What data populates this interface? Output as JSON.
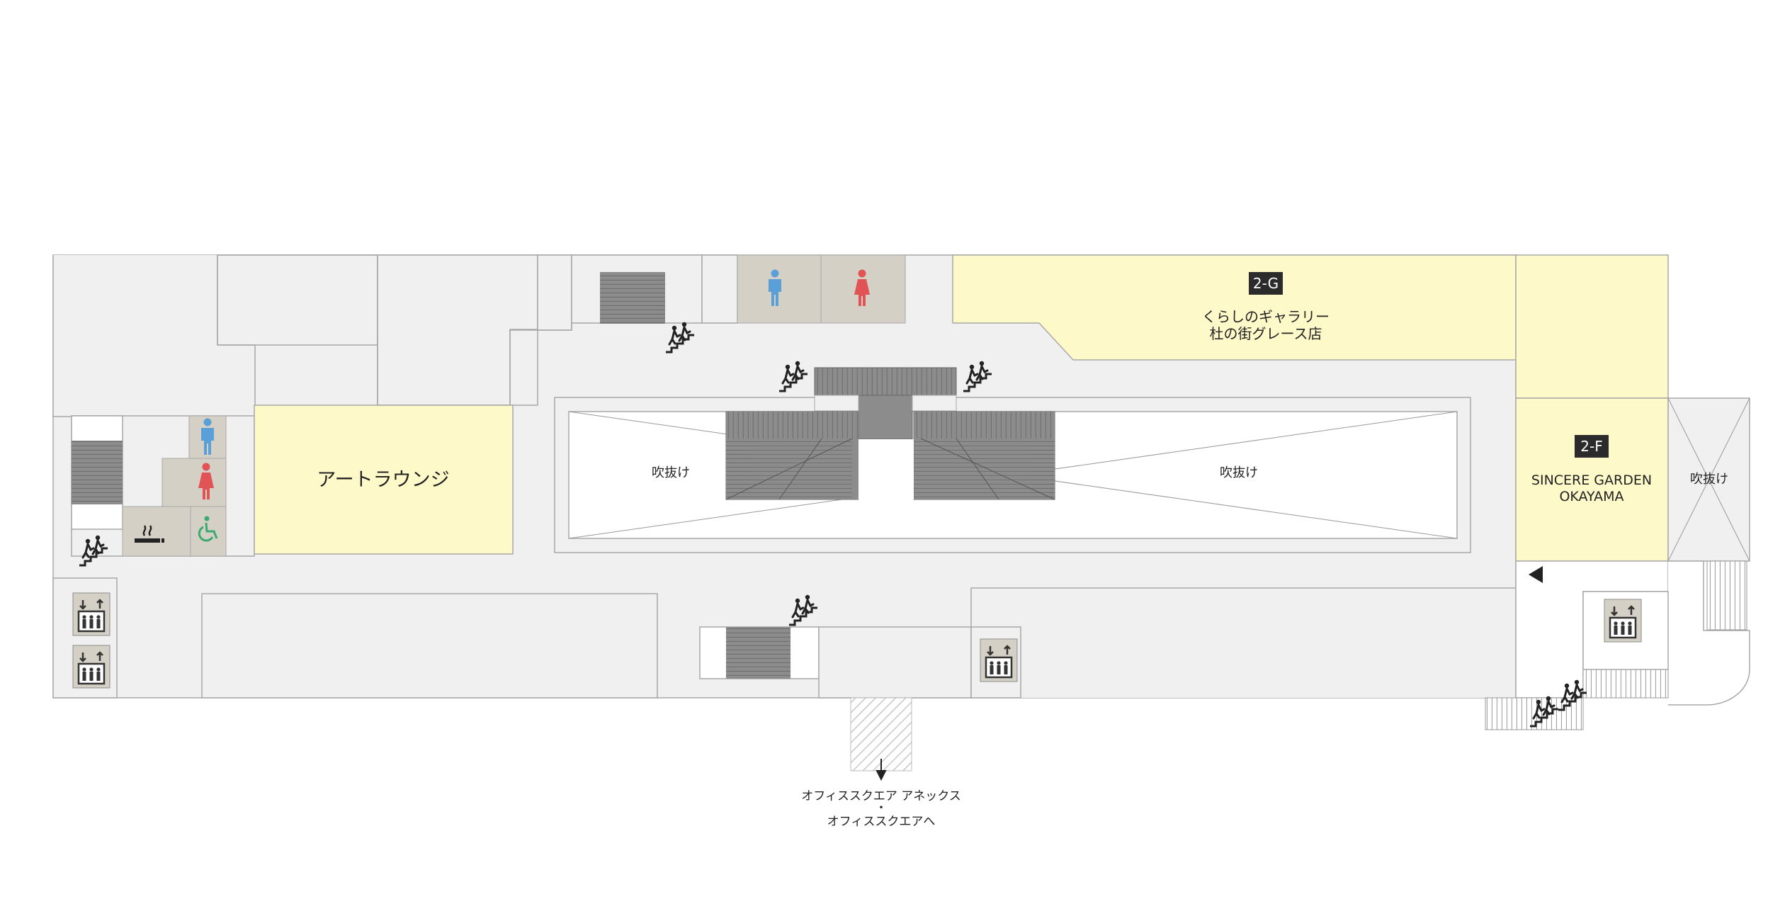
{
  "floor_map": {
    "shops": {
      "gallery": {
        "badge": "2-G",
        "name_line1": "くらしのギャラリー",
        "name_line2": "杜の街グレース店"
      },
      "sincere": {
        "badge": "2-F",
        "name_line1": "SINCERE GARDEN",
        "name_line2": "OKAYAMA"
      },
      "art_lounge": {
        "name": "アートラウンジ"
      }
    },
    "voids": {
      "left": "吹抜け",
      "right": "吹抜け",
      "east": "吹抜け"
    },
    "exit_note": {
      "line1": "オフィススクエア アネックス",
      "line2": "・",
      "line3": "オフィススクエアへ"
    },
    "colors": {
      "hall": "#f0f0f0",
      "shop": "#fef9c8",
      "facility": "#d4d0c6",
      "stairs": "#8c8c8c",
      "outline": "#a8a8a8",
      "badge": "#2b2b2b",
      "male": "#5a9fd8",
      "female": "#e05456",
      "accessible": "#3aaa70"
    },
    "icons": [
      "escalator-icon",
      "elevator-icon",
      "male-restroom-icon",
      "female-restroom-icon",
      "accessible-restroom-icon",
      "smoking-area-icon",
      "direction-arrow-icon"
    ]
  }
}
